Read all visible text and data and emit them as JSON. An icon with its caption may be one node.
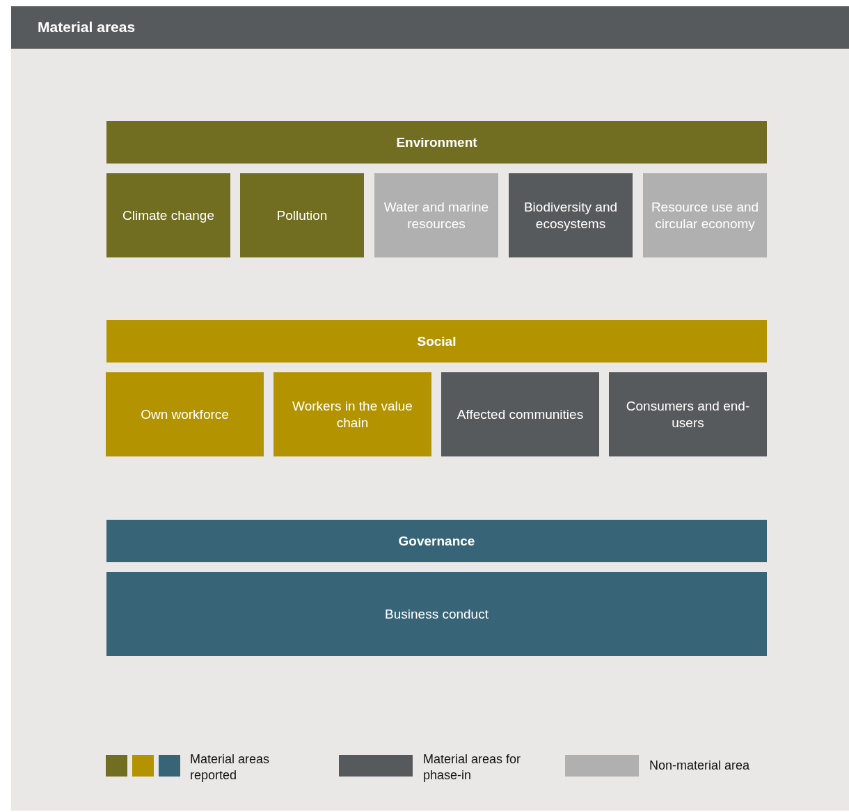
{
  "diagram": {
    "title": "Material areas",
    "nodes": [
      {
        "text": [
          "Environment"
        ]
      },
      {
        "text": [
          "Climate change"
        ]
      },
      {
        "text": [
          "Pollution"
        ]
      },
      {
        "text": [
          "Water and marine resources"
        ]
      },
      {
        "text": [
          "Biodiversity and ecosystems"
        ]
      },
      {
        "text": [
          "Resource use and circular economy"
        ]
      },
      {
        "text": [
          "Social"
        ]
      },
      {
        "text": [
          "Own workforce"
        ]
      },
      {
        "text": [
          "Workers in the value chain"
        ]
      },
      {
        "text": [
          "Affected communities"
        ]
      },
      {
        "text": [
          "Consumers and end-users"
        ]
      },
      {
        "text": [
          "Governance"
        ]
      },
      {
        "text": [
          "Business conduct"
        ]
      }
    ],
    "legend": [
      {
        "text": "Material areas reported",
        "color": "#716e22"
      },
      {
        "text": "Material areas for phase-in",
        "color": "#575a5d"
      },
      {
        "text": "Non-material area",
        "color": "#b0b0b0"
      }
    ]
  }
}
